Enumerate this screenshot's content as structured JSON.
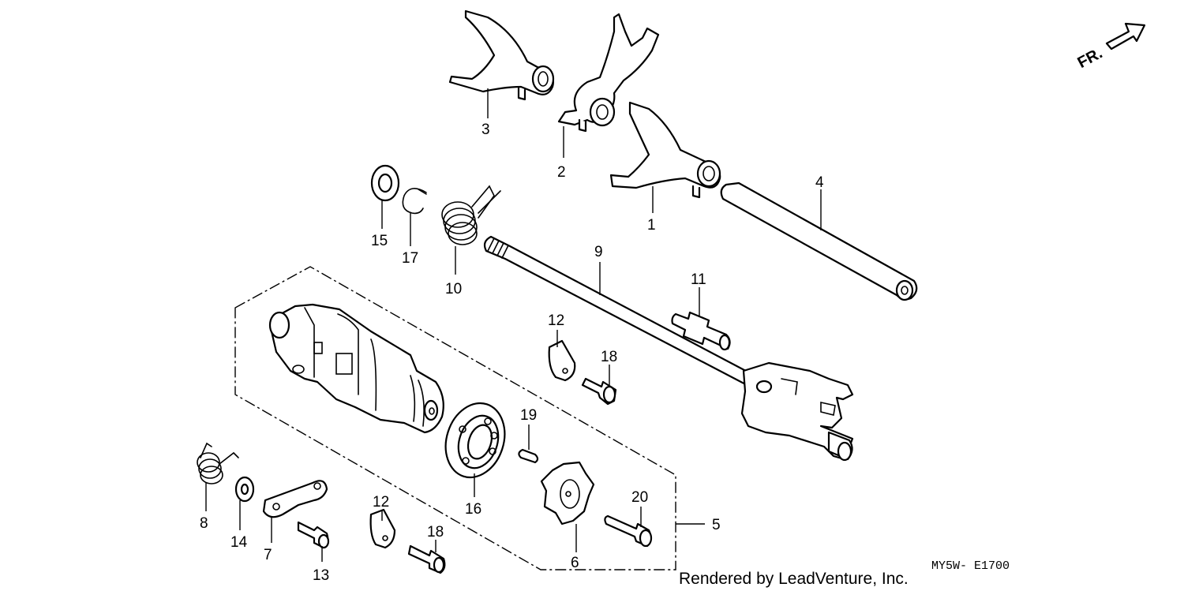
{
  "diagram": {
    "callouts": {
      "p1": "1",
      "p2": "2",
      "p3": "3",
      "p4": "4",
      "p5": "5",
      "p6": "6",
      "p7": "7",
      "p8": "8",
      "p9": "9",
      "p10": "10",
      "p11": "11",
      "p12a": "12",
      "p12b": "12",
      "p13": "13",
      "p14": "14",
      "p15": "15",
      "p16": "16",
      "p17": "17",
      "p18a": "18",
      "p18b": "18",
      "p19": "19",
      "p20": "20"
    },
    "front_indicator": "FR.",
    "diagram_code": "MY5W- E1700",
    "credit": "Rendered by LeadVenture, Inc."
  }
}
